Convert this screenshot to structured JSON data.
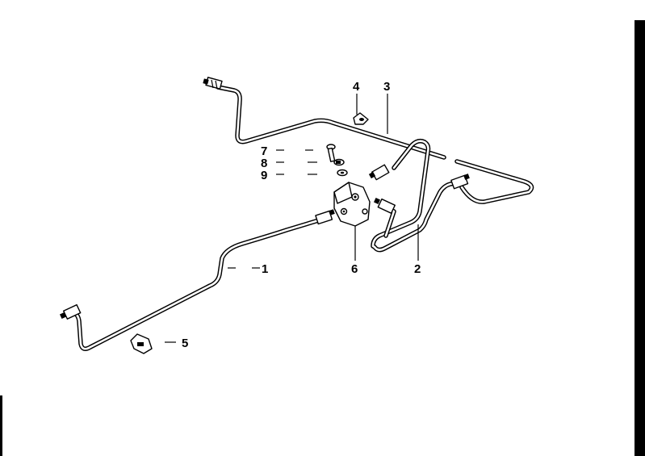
{
  "diagram": {
    "callouts": {
      "c1": "1",
      "c2": "2",
      "c3": "3",
      "c4": "4",
      "c5": "5",
      "c6": "6",
      "c7": "7",
      "c8": "8",
      "c9": "9"
    },
    "colors": {
      "ink": "#000000",
      "paper": "#ffffff"
    }
  }
}
